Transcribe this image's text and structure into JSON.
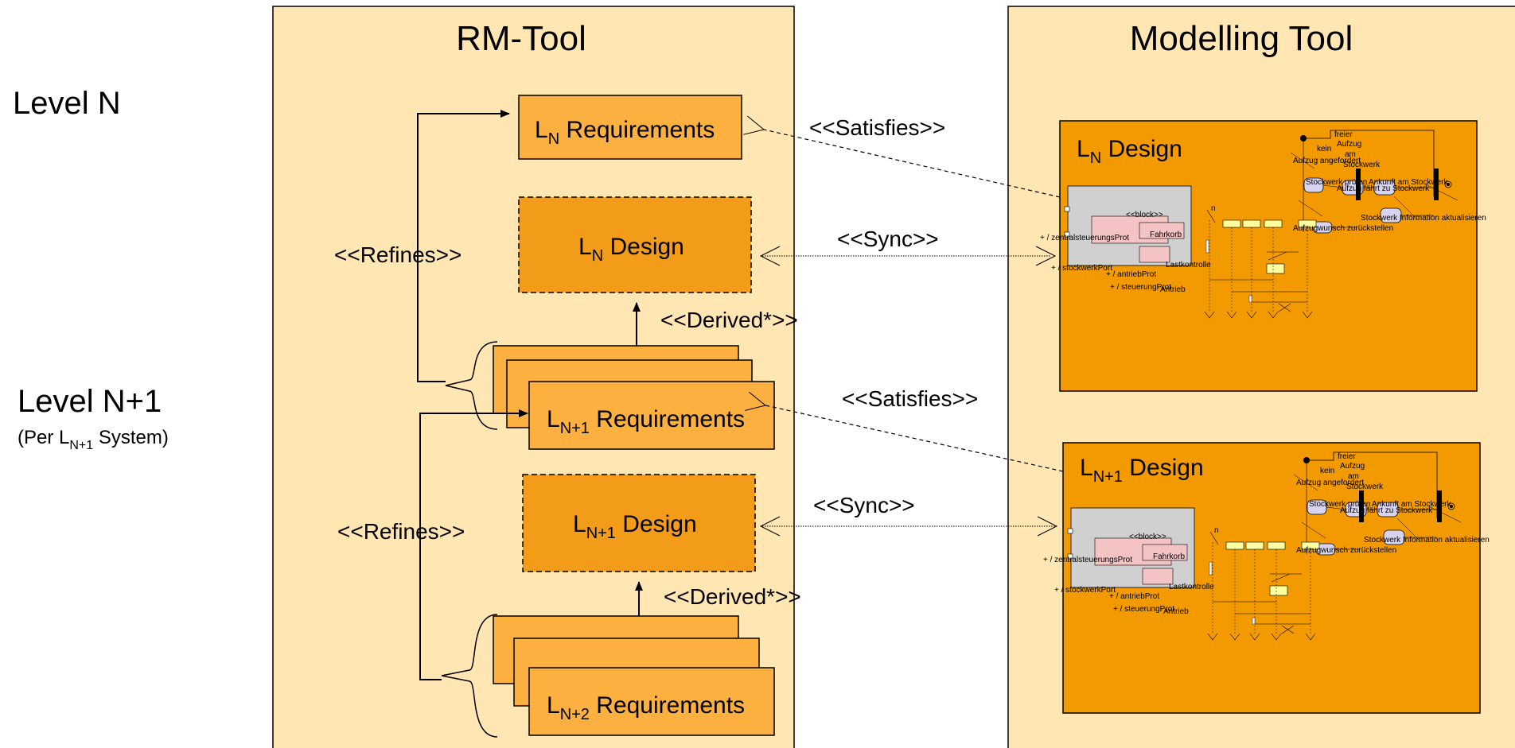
{
  "levels": {
    "level_n": "Level N",
    "level_n1": "Level N+1",
    "level_n1_note_pre": "(Per L",
    "level_n1_note_sub": "N+1",
    "level_n1_note_post": " System)"
  },
  "columns": {
    "rm_tool": "RM-Tool",
    "modelling_tool": "Modelling Tool"
  },
  "boxes": {
    "letter": "L",
    "sub_n": "N",
    "sub_n1": "N+1",
    "sub_n2": "N+2",
    "requirements": " Requirements",
    "design": " Design"
  },
  "relations": {
    "refines": "<<Refines>>",
    "derived": "<<Derived*>>",
    "satisfies": "<<Satisfies>>",
    "sync": "<<Sync>>"
  },
  "colors": {
    "panel_fill": "#FFE6B3",
    "req_fill": "#FBB040",
    "design_fill": "#F29C1A",
    "diagram_bg": "#F29A00"
  },
  "thumbnail_texts": {
    "freier": "freier",
    "aufzug": "Aufzug",
    "kein": "kein",
    "am": "am",
    "aufzug_angefordert": "Aufzug angefordert",
    "stockwerk": "Stockwerk",
    "ankunft": "Ankunft am Stockwerk",
    "fahrt": "Aufzug fährt zu Stockwerk",
    "pruefen": "Stockwerk prüfen",
    "information": "Stockwerk Information aktualisieren",
    "zurueckstellen": "Aufzugwunsch zurückstellen",
    "block": "<<block>>",
    "fahrkorb": "Fahrkorb",
    "zentralsteuerung": "+ / zentralsteuerungsProt",
    "stockwerkport": "+ / stockwerkPort",
    "antrieb_prot": "+ / antriebProt",
    "steuerung_prot": "+ / steuerungProt",
    "lastkontrolle": "Lastkontrolle",
    "antrieb": "Antrieb",
    "n_corner": "n"
  }
}
